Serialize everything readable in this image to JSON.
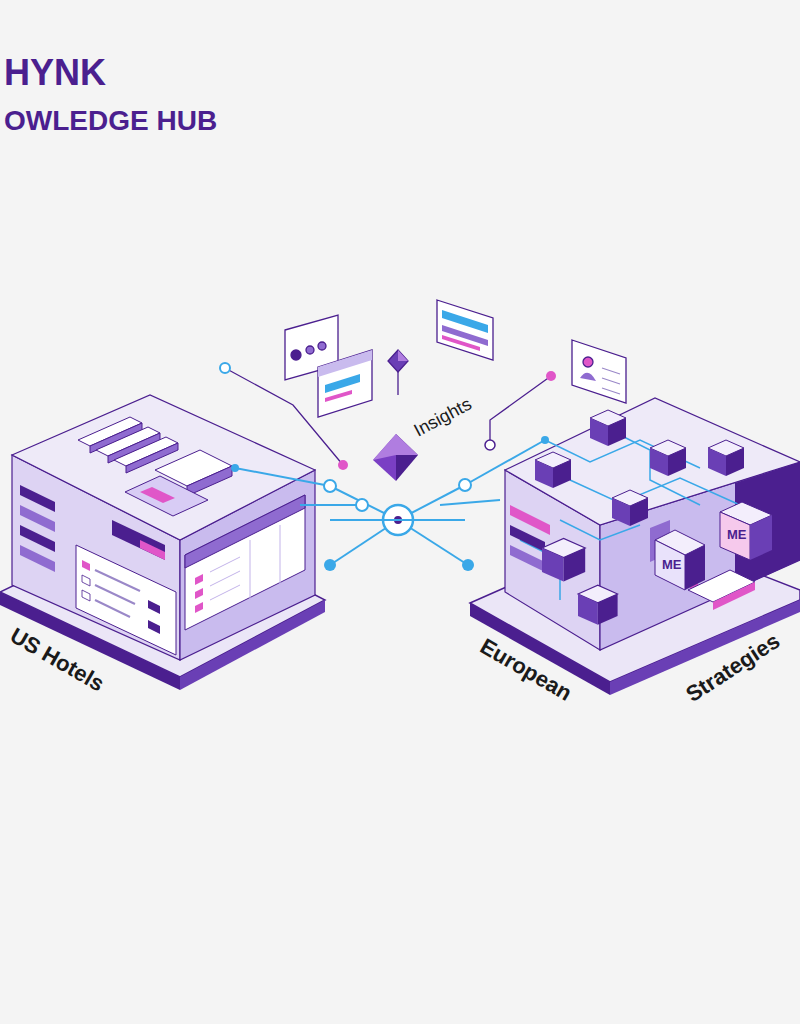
{
  "diagram": {
    "title": "HYNK",
    "nodes": [
      {
        "text": [
          "US Hotels"
        ]
      },
      {
        "text": [
          "Insights"
        ]
      },
      {
        "text": [
          "European",
          "Strategies"
        ]
      }
    ],
    "edges": [
      {
        "from": 0,
        "to": 2,
        "arrow": "none"
      }
    ],
    "labels": [
      "OWLEDGE HUB",
      "ME",
      "ME"
    ]
  }
}
